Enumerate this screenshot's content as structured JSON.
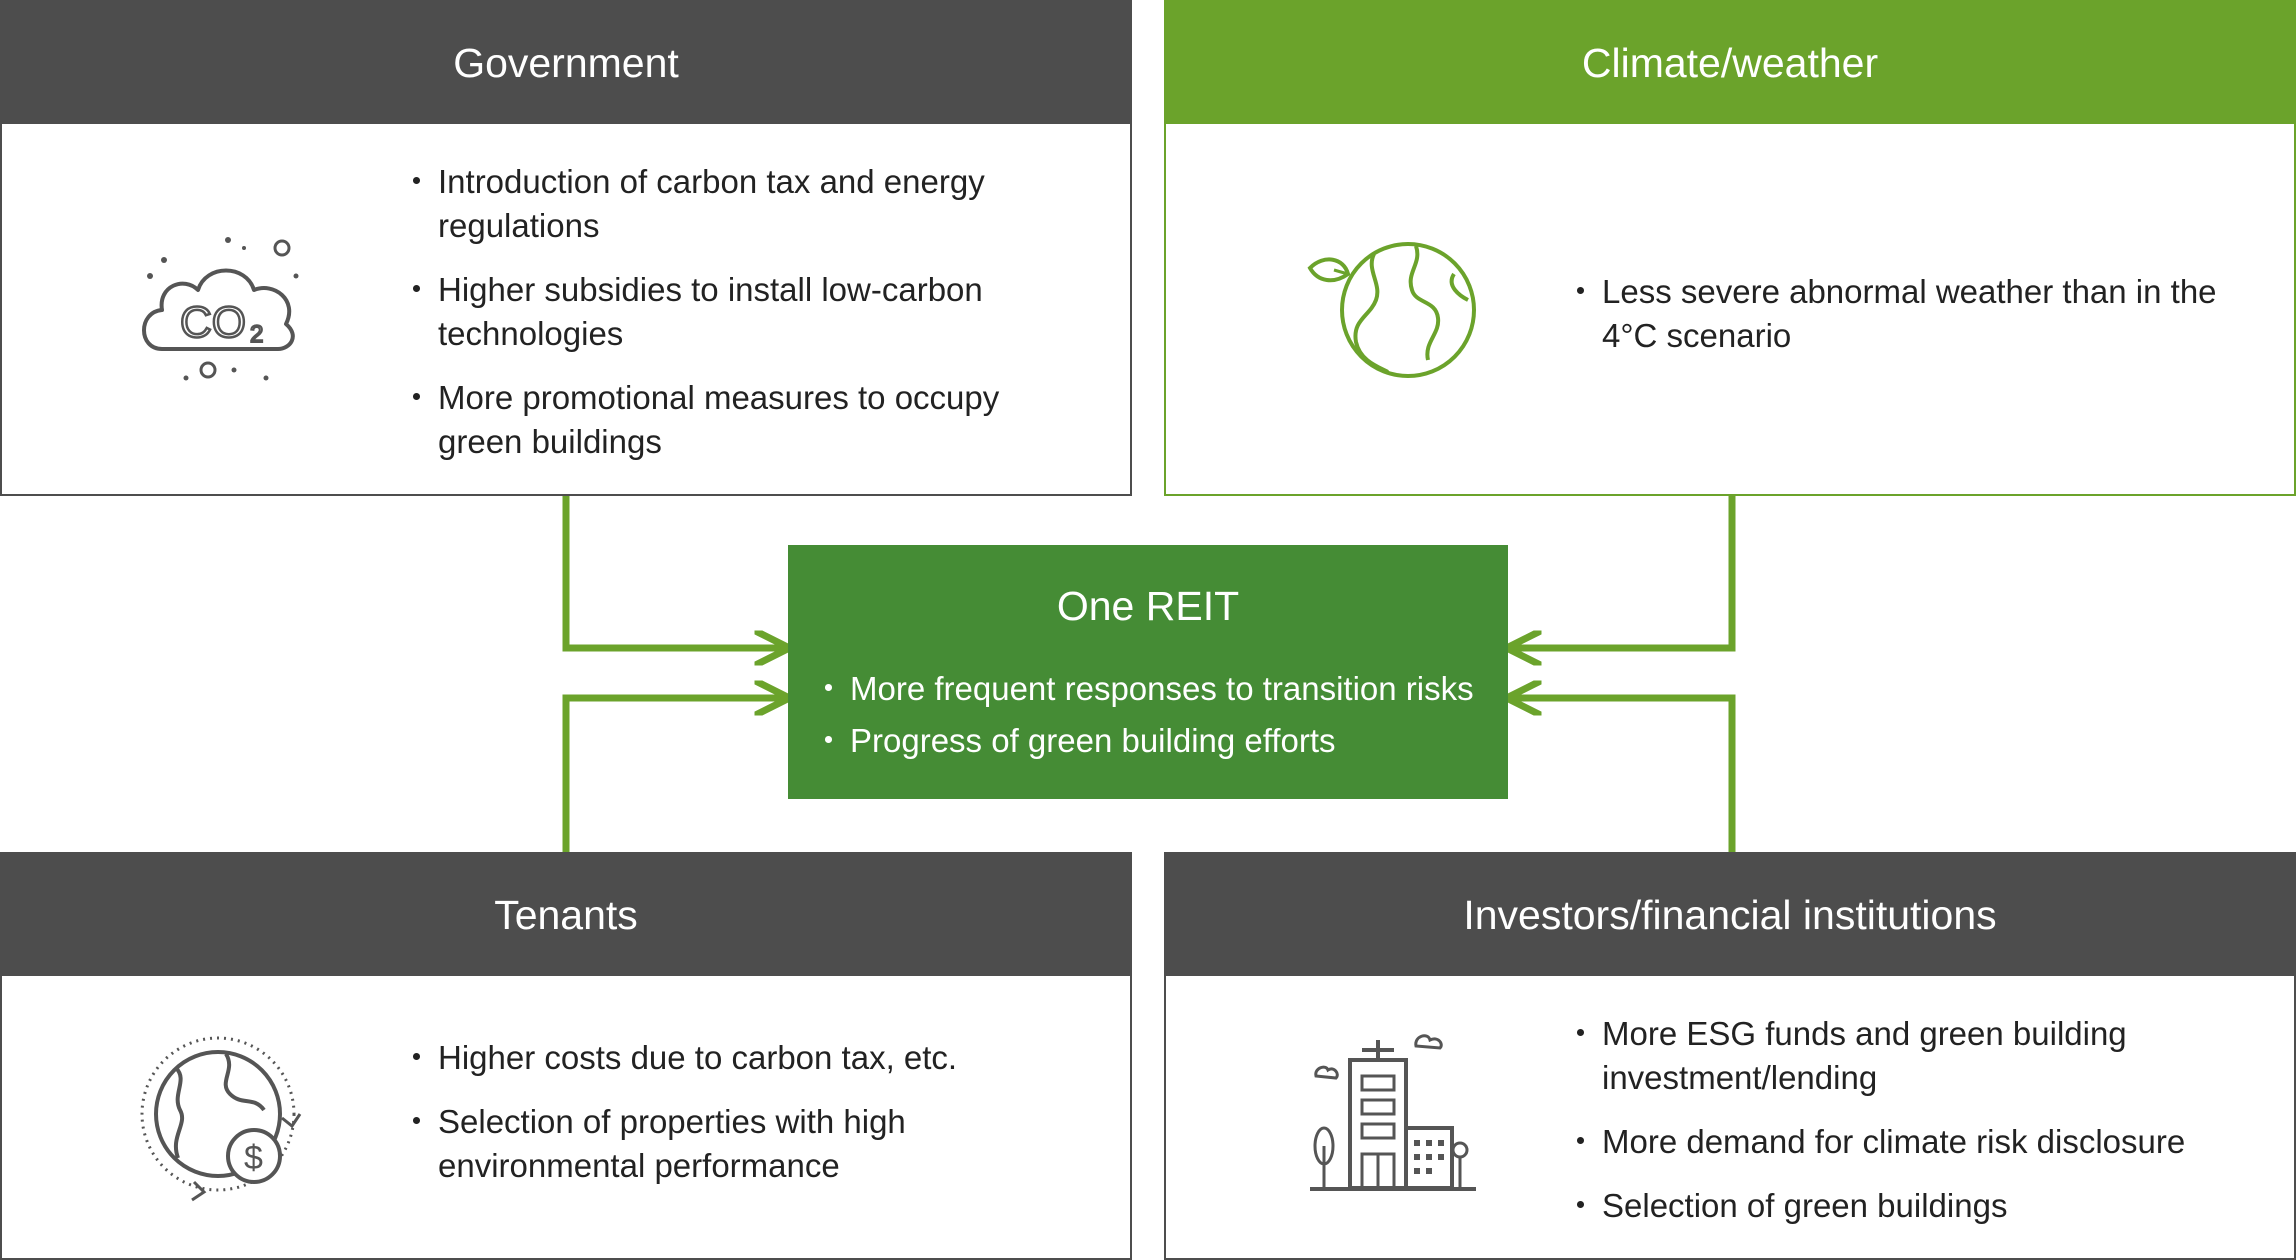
{
  "government": {
    "title": "Government",
    "icon": "co2-cloud-icon",
    "bullets": [
      "Introduction of carbon tax and energy regulations",
      "Higher subsidies to install low-carbon technologies",
      "More promotional measures to occupy green buildings"
    ]
  },
  "climate": {
    "title": "Climate/weather",
    "icon": "earth-leaf-icon",
    "bullets": [
      "Less severe abnormal weather than in the 4°C scenario"
    ]
  },
  "tenants": {
    "title": "Tenants",
    "icon": "globe-dollar-icon",
    "bullets": [
      "Higher costs due to carbon tax, etc.",
      "Selection of properties with high environmental performance"
    ]
  },
  "investors": {
    "title": "Investors/financial institutions",
    "icon": "city-building-icon",
    "bullets": [
      "More ESG funds and green building investment/lending",
      "More demand for climate risk disclosure",
      "Selection of green buildings"
    ]
  },
  "center": {
    "title": "One REIT",
    "bullets": [
      "More frequent responses to transition risks",
      "Progress of green building efforts"
    ]
  },
  "colors": {
    "dark_gray": "#4d4d4d",
    "accent_green": "#6ba32b",
    "center_green": "#458c35"
  }
}
